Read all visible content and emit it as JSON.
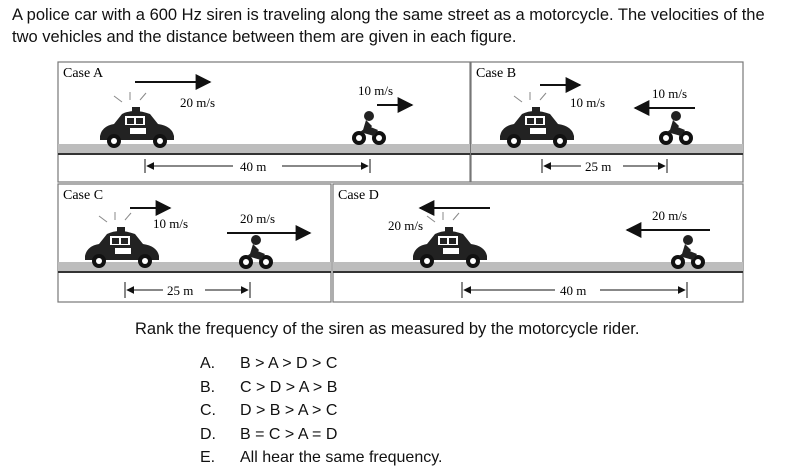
{
  "intro": "A police car with a 600 Hz siren is traveling along the same street as a motorcycle.  The velocities of the two vehicles and the distance between them are given in each figure.",
  "cases": {
    "A": {
      "title": "Case A",
      "car_speed": "20 m/s",
      "moto_speed": "10 m/s",
      "distance": "40 m"
    },
    "B": {
      "title": "Case B",
      "car_speed": "10 m/s",
      "moto_speed": "10 m/s",
      "distance": "25 m"
    },
    "C": {
      "title": "Case C",
      "car_speed": "10 m/s",
      "moto_speed": "20 m/s",
      "distance": "25 m"
    },
    "D": {
      "title": "Case D",
      "car_speed": "20 m/s",
      "moto_speed": "20 m/s",
      "distance": "40 m"
    }
  },
  "question": "Rank the frequency of the siren as measured by the motorcycle rider.",
  "options": [
    {
      "letter": "A.",
      "text": "B > A > D > C"
    },
    {
      "letter": "B.",
      "text": "C > D > A > B"
    },
    {
      "letter": "C.",
      "text": "D > B > A > C"
    },
    {
      "letter": "D.",
      "text": "B = C > A = D"
    },
    {
      "letter": "E.",
      "text": "All hear the same frequency."
    }
  ]
}
